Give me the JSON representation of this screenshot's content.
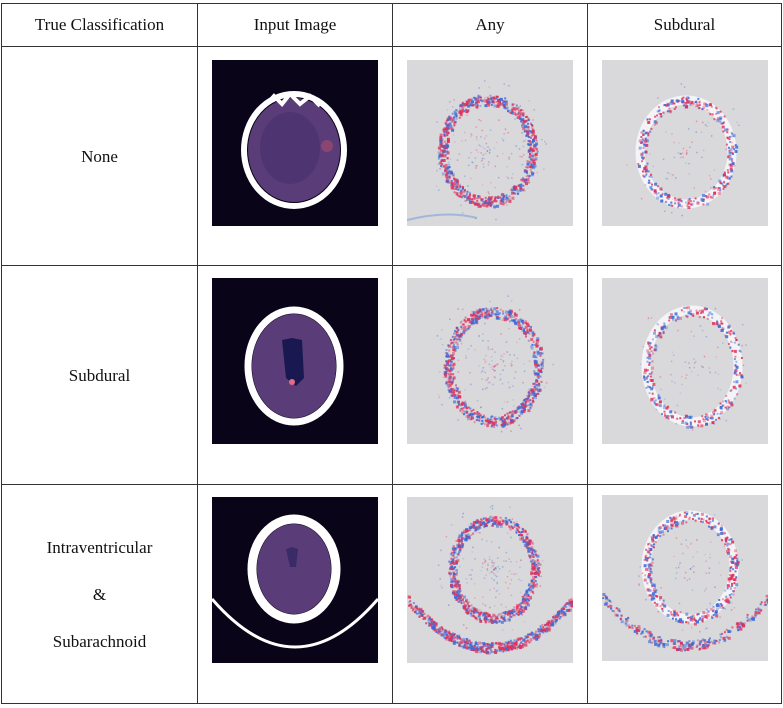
{
  "table": {
    "headers": [
      "True Classification",
      "Input Image",
      "Any",
      "Subdural"
    ],
    "rows": [
      {
        "label_lines": [
          "None"
        ]
      },
      {
        "label_lines": [
          "Subdural"
        ]
      },
      {
        "label_lines": [
          "Intraventricular",
          "&",
          "Subarachnoid"
        ]
      }
    ]
  },
  "colors": {
    "ct_background": "#0a0418",
    "brain_tissue": "#5a3d78",
    "skull": "#f2f0f4",
    "map_background": "#d9d9db",
    "positive_attribution": "#e0305a",
    "negative_attribution": "#3a6ad8"
  }
}
